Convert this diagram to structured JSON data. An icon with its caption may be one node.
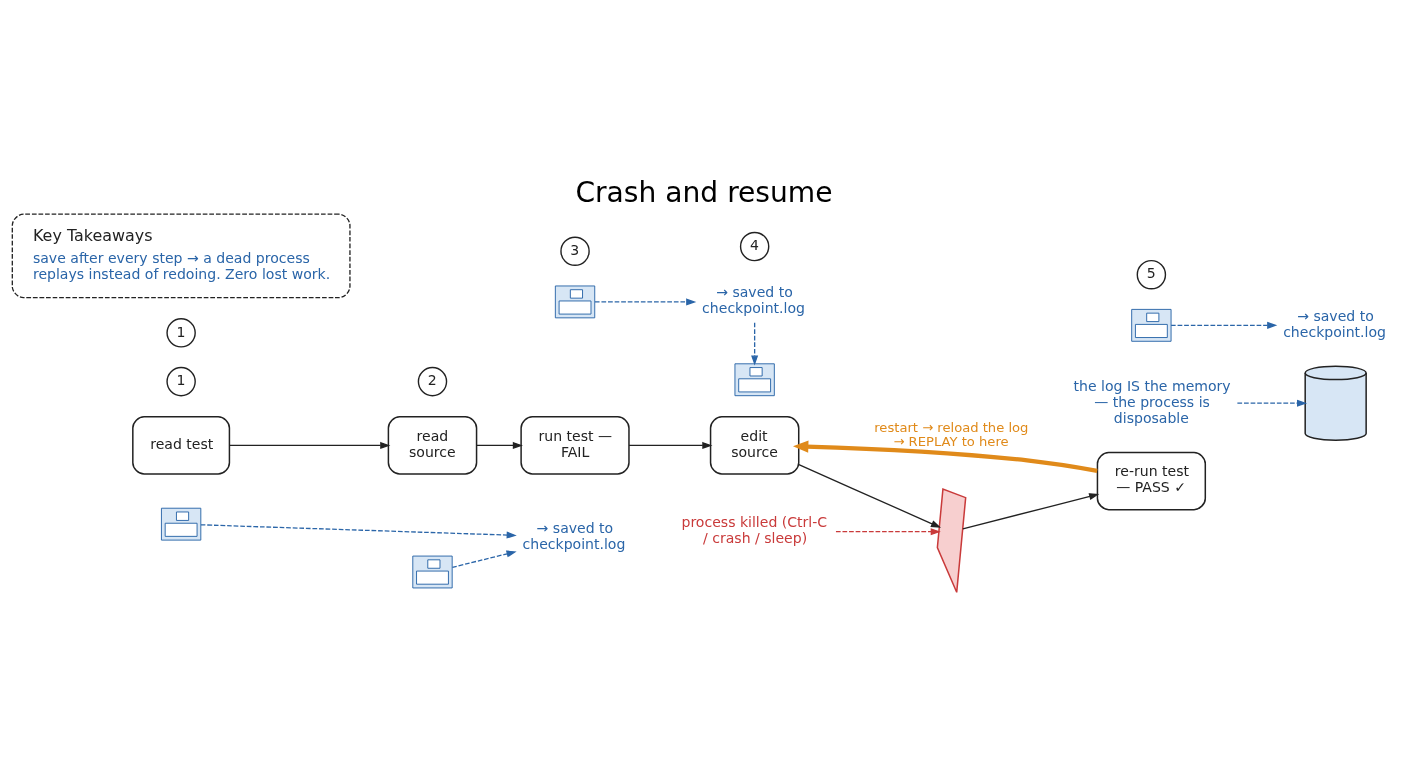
{
  "diagram": {
    "title": "Crash and resume",
    "nodes": [
      {
        "text": [
          "1"
        ]
      },
      {
        "text": [
          "2"
        ]
      },
      {
        "text": [
          "3"
        ]
      },
      {
        "text": [
          "4"
        ]
      },
      {
        "text": [
          "process killed (Ctrl-C / crash / sleep)"
        ]
      },
      {
        "text": [
          "5"
        ]
      },
      {
        "text": [
          "1"
        ]
      },
      {
        "text": [
          "read test"
        ]
      },
      {
        "text": [
          "read source"
        ]
      },
      {
        "text": [
          "run test — FAIL"
        ]
      },
      {
        "text": [
          "edit source"
        ]
      },
      {
        "text": [],
        "shape": "picture"
      },
      {
        "text": [
          "re-run test — PASS ✓"
        ]
      },
      {
        "text": [],
        "shape": "cylinder"
      },
      {
        "text": [],
        "shape": "picture"
      },
      {
        "text": [],
        "shape": "picture"
      },
      {
        "text": [],
        "shape": "picture"
      },
      {
        "text": [],
        "shape": "picture"
      },
      {
        "text": [],
        "shape": "picture"
      },
      {
        "text": [
          "→ saved to checkpoint.log"
        ]
      },
      {
        "text": [
          "→ saved to checkpoint.log"
        ]
      },
      {
        "text": [
          "→ saved to checkpoint.log"
        ]
      },
      {
        "text": [
          "the log IS the memory — the process is disposable"
        ]
      },
      {
        "text": [
          "Key Takeaways",
          "save after every step → a dead process replays instead of redoing. Zero lost work."
        ]
      }
    ],
    "edges": [
      {
        "from": 7,
        "to": 8,
        "arrow": "to",
        "color": "#222222"
      },
      {
        "from": 8,
        "to": 9,
        "arrow": "to",
        "color": "#222222"
      },
      {
        "from": 9,
        "to": 10,
        "arrow": "to",
        "color": "#222222"
      },
      {
        "from": 10,
        "to": 11,
        "arrow": "to",
        "color": "#222222"
      },
      {
        "from": 11,
        "to": 12,
        "arrow": "to",
        "color": "#222222"
      },
      {
        "from": 12,
        "to": 10,
        "arrow": "to",
        "label": "restart → reload the log → REPLAY to here",
        "style": "thick",
        "color": "#e08a1a"
      },
      {
        "from": 4,
        "to": 11,
        "arrow": "to",
        "style": "dashed",
        "color": "#c93a3a"
      },
      {
        "from": 14,
        "to": 21,
        "arrow": "to",
        "style": "dashed"
      },
      {
        "from": 15,
        "to": 21,
        "arrow": "to",
        "style": "dashed"
      },
      {
        "from": 16,
        "to": 19,
        "arrow": "to",
        "style": "dashed"
      },
      {
        "from": 19,
        "to": 17,
        "arrow": "to",
        "style": "dashed"
      },
      {
        "from": 18,
        "to": 20,
        "arrow": "to",
        "style": "dashed"
      },
      {
        "from": 22,
        "to": 13,
        "arrow": "to",
        "style": "dashed"
      }
    ]
  }
}
